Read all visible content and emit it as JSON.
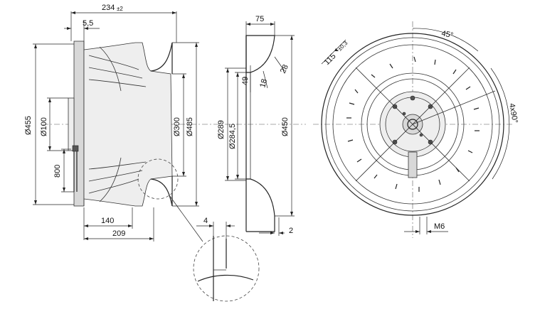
{
  "side_view": {
    "dims": {
      "d234": "234",
      "d234_tol": "±2",
      "d5_5": "5,5",
      "d455": "Ø455",
      "d100": "Ø100",
      "d800": "800",
      "d300": "Ø300",
      "d485": "Ø485",
      "d140": "140",
      "d209": "209"
    }
  },
  "section_view": {
    "dims": {
      "d75": "75",
      "d49": "49",
      "d18": "18",
      "d28": "28",
      "d289": "Ø289",
      "d284_5": "Ø284,5",
      "d450": "Ø450",
      "d2": "2",
      "d4": "4"
    }
  },
  "front_view": {
    "dims": {
      "d115": "115",
      "d115_tol": "±0,3",
      "d45": "45°",
      "d4x90": "4x90°",
      "m6": "M6"
    }
  }
}
